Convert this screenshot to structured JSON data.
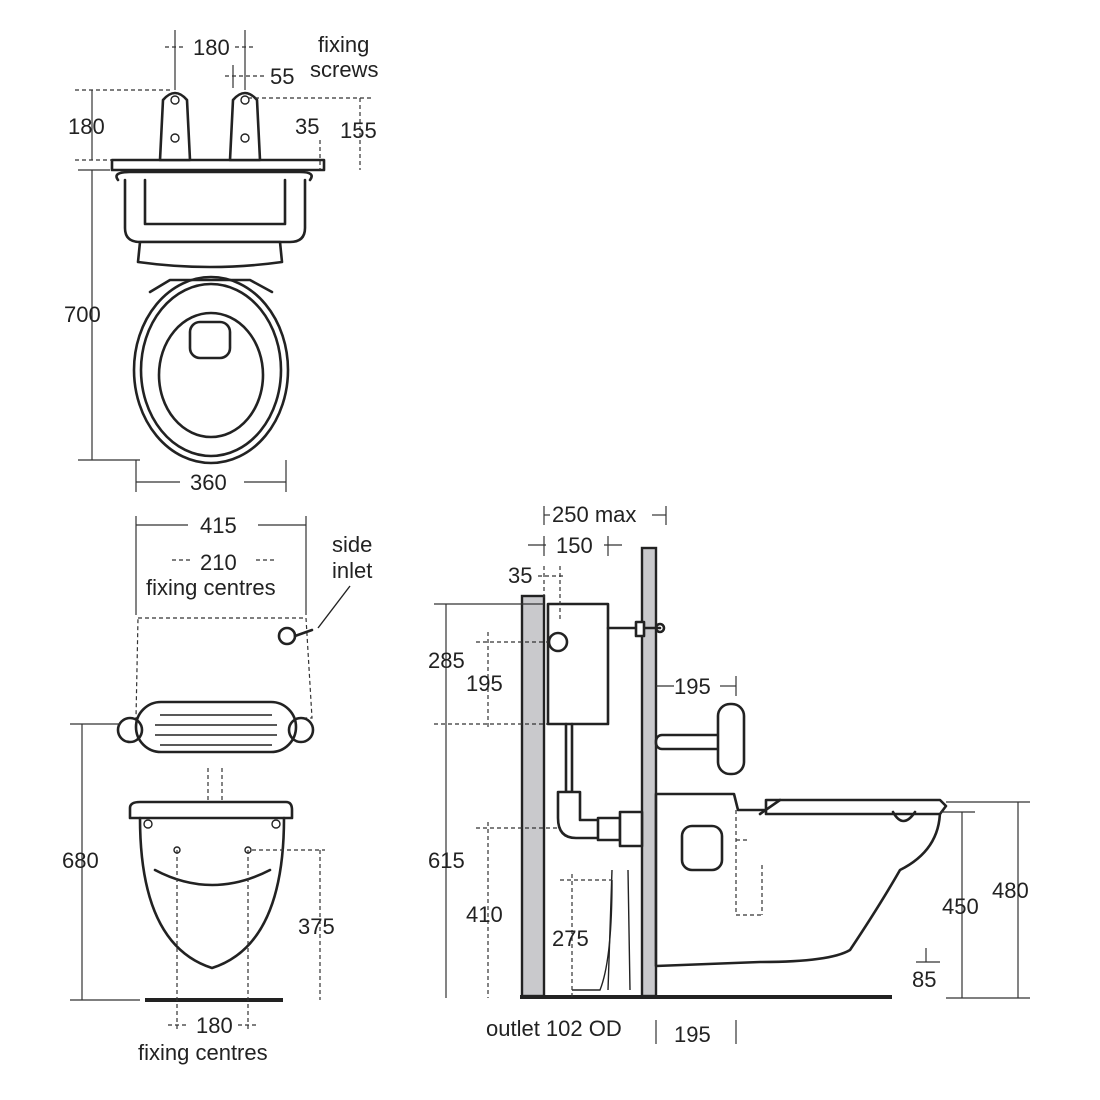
{
  "top_view": {
    "dims": {
      "fixing_centres": "180",
      "fixing_screws_line1": "fixing",
      "fixing_screws_line2": "screws",
      "screw_offset": "55",
      "bracket_depth": "180",
      "bracket_offset": "35",
      "bracket_height": "155",
      "overall_length": "700",
      "bowl_width": "360"
    }
  },
  "front_view": {
    "dims": {
      "cistern_width": "415",
      "cistern_fixing": "210",
      "fixing_centres_label": "fixing centres",
      "side_inlet_line1": "side",
      "side_inlet_line2": "inlet",
      "overall_height": "680",
      "fixing_height": "375",
      "bottom_fixing": "180",
      "bottom_fixing_label": "fixing centres"
    }
  },
  "side_view": {
    "dims": {
      "wall_max": "250 max",
      "wall_depth": "150",
      "wall_offset": "35",
      "cistern_height": "285",
      "inlet_height": "195",
      "grab_rail": "195",
      "flush_height": "615",
      "pipe_height": "410",
      "outlet_height": "275",
      "outlet_label": "outlet 102 OD",
      "outlet_distance": "195",
      "seat_height": "450",
      "overall_height": "480",
      "rim_gap": "85"
    }
  }
}
